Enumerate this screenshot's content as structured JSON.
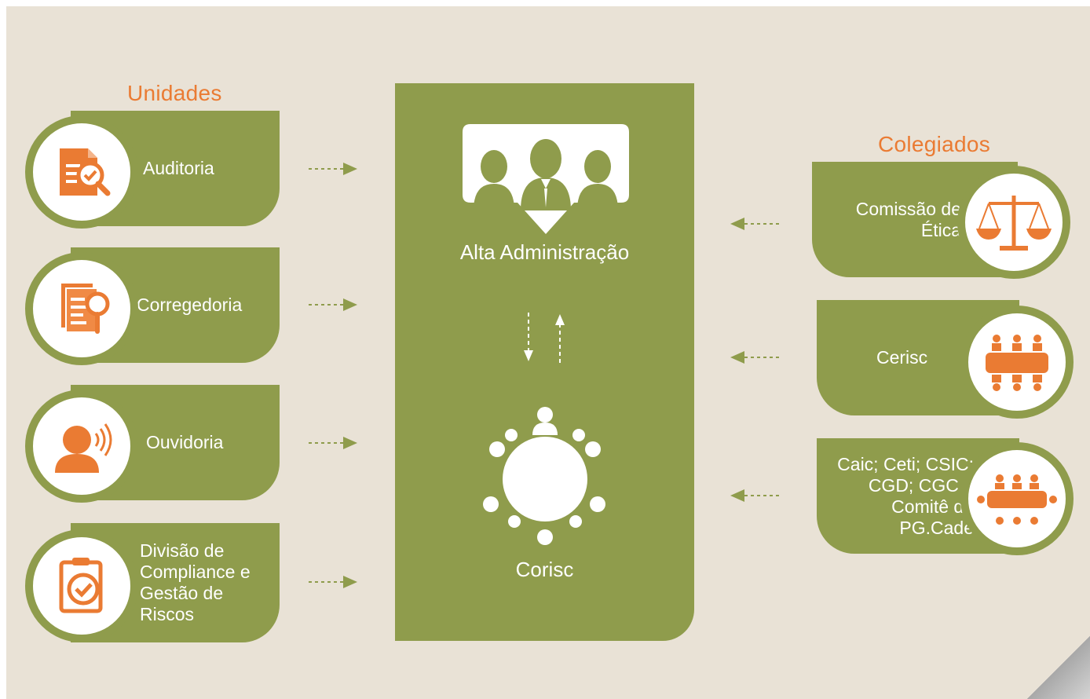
{
  "units": {
    "title": "Unidades",
    "items": [
      {
        "label": "Auditoria",
        "icon": "audit-document-icon"
      },
      {
        "label": "Corregedoria",
        "icon": "inspection-document-icon"
      },
      {
        "label": "Ouvidoria",
        "icon": "person-speaking-icon"
      },
      {
        "label": "Divisão de Compliance e Gestão de Riscos",
        "icon": "clipboard-check-icon"
      }
    ]
  },
  "center": {
    "top_label": "Alta Administração",
    "bottom_label": "Corisc",
    "top_icon": "executives-group-icon",
    "bottom_icon": "round-table-meeting-icon"
  },
  "collegiates": {
    "title": "Colegiados",
    "items": [
      {
        "label": "Comissão de Ética",
        "icon": "scales-of-justice-icon"
      },
      {
        "label": "Cerisc",
        "icon": "meeting-table-icon"
      },
      {
        "label": "Caic; Ceti; CSIC; CGD; CGC e Comitê do PG.Cade",
        "icon": "committee-table-icon"
      }
    ]
  },
  "colors": {
    "background": "#e9e2d6",
    "card_green": "#8f9c4c",
    "accent_orange": "#ea7b33",
    "text_white": "#ffffff"
  }
}
